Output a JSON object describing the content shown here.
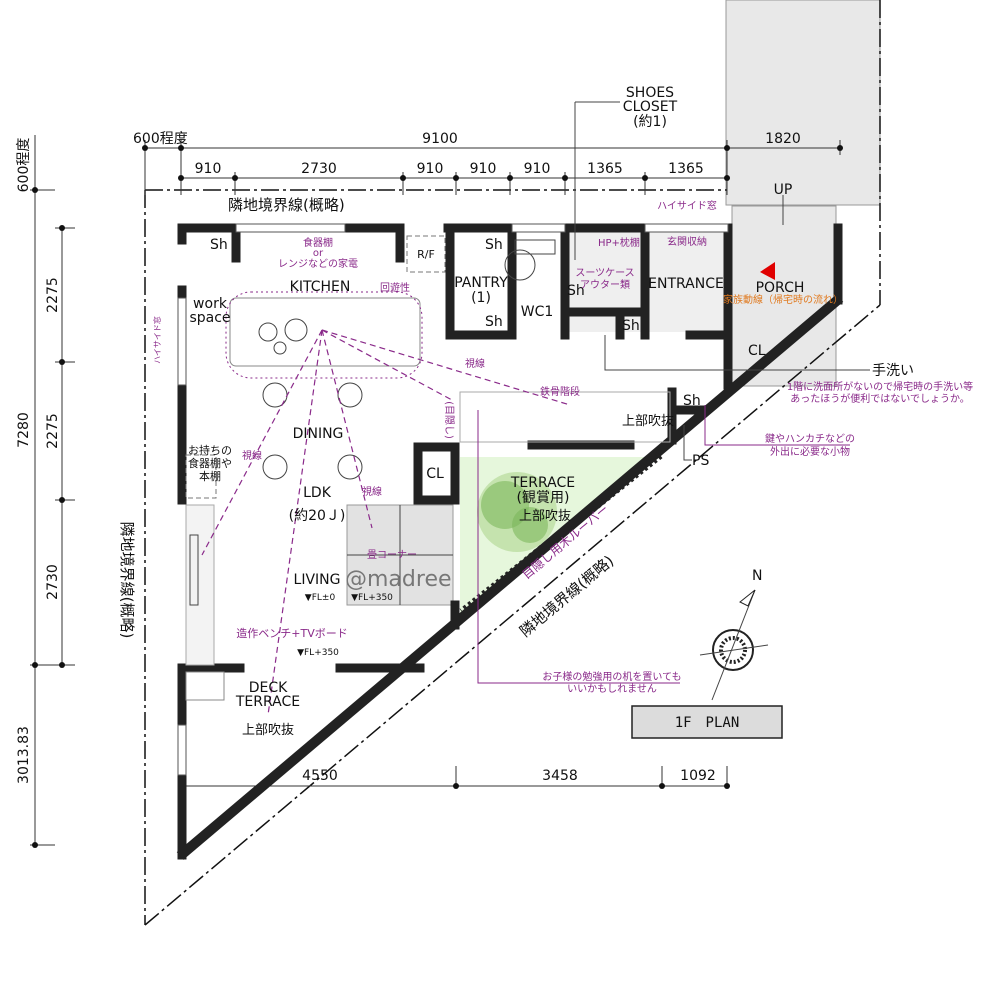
{
  "plan_title": "1F　PLAN",
  "watermark": "@madree",
  "colors": {
    "wall": "#222222",
    "terrace_green": "#e6f7dc",
    "porch_gray": "#e8e8e8",
    "note_purple": "#8a2a8a",
    "arrow_red": "#e00000",
    "orange_note": "#e07a20"
  },
  "dimensions": {
    "top_overall": "9100",
    "top_offset": "600程度",
    "top_porch": "1820",
    "top_segments": [
      "910",
      "2730",
      "910",
      "910",
      "910",
      "1365",
      "1365"
    ],
    "left_offset": "600程度",
    "left_segments": [
      "2275",
      "2275",
      "2730"
    ],
    "left_overall": "7280",
    "left_bottom": "3013.83",
    "bottom_segments": [
      "4550",
      "3458",
      "1092"
    ]
  },
  "boundary": {
    "top": "隣地境界線(概略)",
    "left": "隣地境界線(概略)",
    "diagonal": "隣地境界線(概略)"
  },
  "rooms": {
    "kitchen": "KITCHEN",
    "workspace": "work\nspace",
    "workspace_lines": [
      "work",
      "space"
    ],
    "pantry": "PANTRY",
    "pantry_sub": "(1)",
    "wc": "WC1",
    "shoes_closet": [
      "SHOES",
      "CLOSET",
      "(約1)"
    ],
    "entrance": "ENTRANCE",
    "porch": "PORCH",
    "up": "UP",
    "dining": "DINING",
    "ldk": "LDK",
    "ldk_sub": "(約20Ｊ)",
    "living": "LIVING",
    "cl": "CL",
    "terrace": "TERRACE",
    "terrace_sub": "(観賞用)",
    "void": "上部吹抜",
    "deck_terrace": [
      "DECK",
      "TERRACE"
    ],
    "ps": "PS",
    "sh": "Sh",
    "rf": "R/F",
    "tatami": "畳コーナー"
  },
  "levels": {
    "living": "▼FL±0",
    "tatami": "▼FL+350",
    "bench": "▼FL+350"
  },
  "notes": {
    "dish_shelf": [
      "食器棚",
      "or",
      "レンジなどの家電"
    ],
    "circulation": "回遊性",
    "high_window": "ハイサイド窓",
    "hp_shelf": "HP+枕棚",
    "entrance_storage": "玄関収納",
    "suitcase": [
      "スーツケース",
      "アウター類"
    ],
    "family_route": "家族動線（帰宅時の流れ）",
    "handwash": "手洗い",
    "handwash_note": [
      "1階に洗面所がないので帰宅時の手洗い等",
      "あったほうが便利ではないでしょうか。"
    ],
    "keys_note": [
      "鍵やハンカチなどの",
      "外出に必要な小物"
    ],
    "steel_stairs": "鉄骨階段",
    "sight": "視線",
    "hidden": "(目隠し)",
    "own_shelf": [
      "お持ちの",
      "食器棚や",
      "本棚"
    ],
    "bench_tv": "造作ベンチ+TVボード",
    "louver": "目隠し用木ルーバー",
    "desk_note": [
      "お子様の勉強用の机を置いても",
      "いいかもしれません"
    ],
    "high_window_left": "ハイサイド窓"
  },
  "compass": {
    "north_label": "N"
  }
}
